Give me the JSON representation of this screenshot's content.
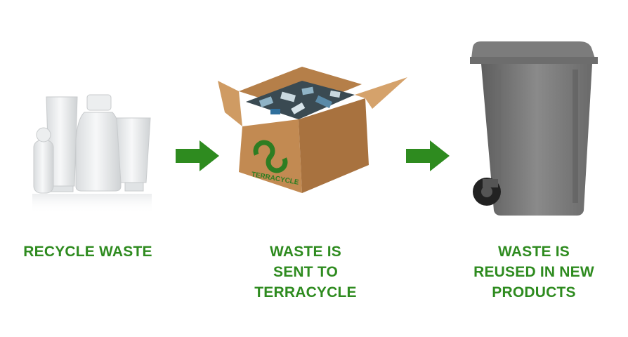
{
  "steps": [
    {
      "illustration": "cosmetic-bottles",
      "caption_lines": [
        "RECYCLE WASTE"
      ]
    },
    {
      "illustration": "cardboard-box",
      "logo_text": "TERRACYCLE",
      "caption_lines": [
        "WASTE IS",
        "SENT TO",
        "TERRACYCLE"
      ]
    },
    {
      "illustration": "wheelie-bin",
      "caption_lines": [
        "WASTE IS",
        "REUSED IN NEW",
        "PRODUCTS"
      ]
    }
  ],
  "arrows": [
    "arrow-right-icon",
    "arrow-right-icon"
  ],
  "colors": {
    "caption": "#2e8b1f",
    "arrow": "#2e8b1f",
    "box": "#c6915a",
    "bin": "#7a7a7a",
    "logo": "#2e7d22"
  }
}
